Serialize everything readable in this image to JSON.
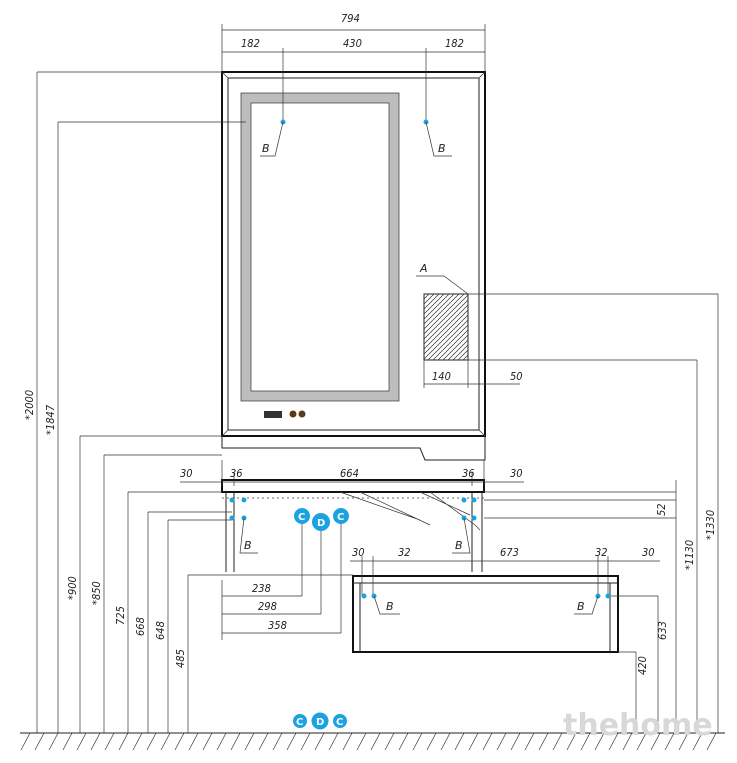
{
  "dimensions": {
    "overall_width": "794",
    "top_left": "182",
    "top_mid": "430",
    "top_right": "182",
    "h_2000": "*2000",
    "h_1847": "*1847",
    "h_1330": "*1330",
    "h_1130": "*1130",
    "h_900": "*900",
    "h_850": "*850",
    "h_725": "725",
    "h_668": "668",
    "h_648": "648",
    "h_485": "485",
    "h_633": "633",
    "h_420": "420",
    "h_52": "52",
    "sample_w": "140",
    "sample_gap": "50",
    "c_30_left": "30",
    "c_36_left": "36",
    "c_664": "664",
    "c_36_right": "36",
    "c_30_right": "30",
    "d_30": "30",
    "d_32_left": "32",
    "d_673": "673",
    "d_32_right": "32",
    "d_30_right": "30",
    "o_238": "238",
    "o_298": "298",
    "o_358": "358"
  },
  "labels": {
    "b": "B",
    "a": "A",
    "c": "C",
    "d": "D"
  },
  "watermark": "thehome",
  "colors": {
    "accent": "#1aa3e0",
    "line": "#222222"
  }
}
